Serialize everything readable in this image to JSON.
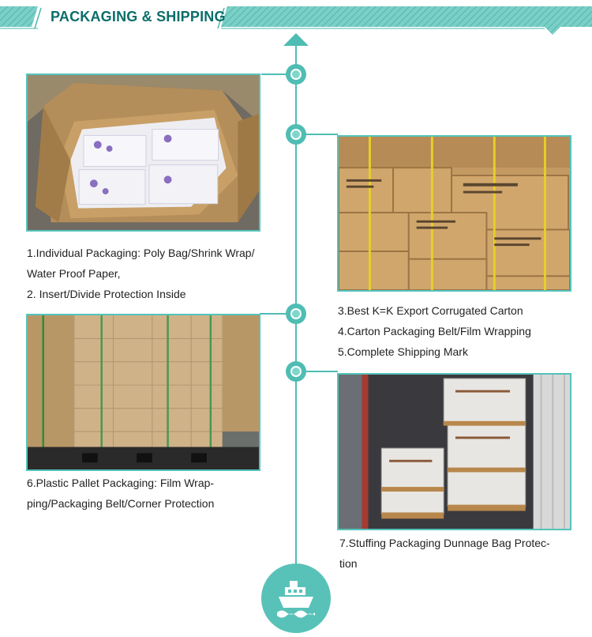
{
  "header": {
    "title": "PACKAGING & SHIPPING"
  },
  "colors": {
    "accent": "#55c3bb",
    "title": "#0b6e6a",
    "node": "#4fbdb3"
  },
  "sections": [
    {
      "lines": [
        "1.Individual Packaging: Poly Bag/Shrink Wrap/",
        "Water Proof Paper,",
        "2. Insert/Divide Protection Inside"
      ]
    },
    {
      "lines": [
        "3.Best K=K Export Corrugated Carton",
        "4.Carton Packaging Belt/Film Wrapping",
        "5.Complete Shipping Mark"
      ]
    },
    {
      "lines": [
        "6.Plastic Pallet Packaging: Film Wrap-",
        "ping/Packaging Belt/Corner Protection"
      ]
    },
    {
      "lines": [
        "7.Stuffing Packaging Dunnage Bag Protec-",
        "tion"
      ]
    }
  ],
  "icons": {
    "ship": "ship-icon",
    "arrow": "arrow-up-icon"
  }
}
